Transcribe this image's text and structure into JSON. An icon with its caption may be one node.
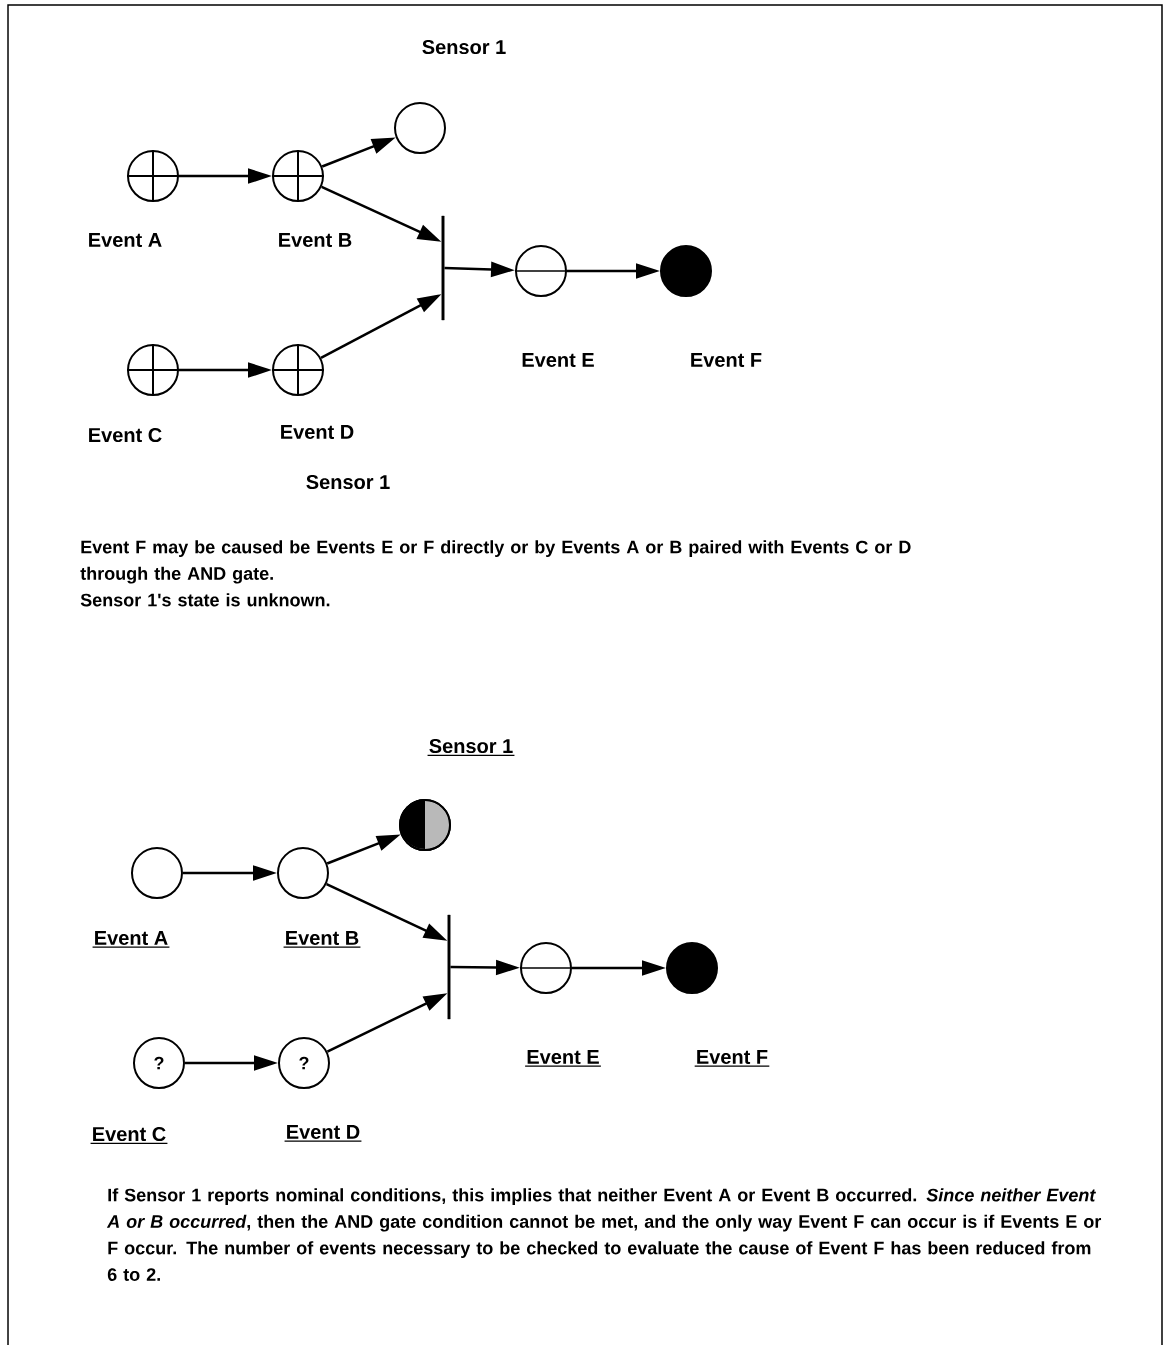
{
  "diagram": {
    "nodes": [
      {
        "text": [],
        "shape": "circle",
        "beside": [
          "Sensor 1"
        ]
      },
      {
        "text": [],
        "shape": "circle",
        "beside": [
          "Event  A"
        ]
      },
      {
        "text": [],
        "shape": "circle",
        "beside": [
          "Event B"
        ]
      },
      {
        "text": [],
        "shape": "bar"
      },
      {
        "text": [],
        "shape": "circle",
        "beside": [
          "Event E"
        ]
      },
      {
        "text": [],
        "shape": "circle",
        "beside": [
          "Event F"
        ]
      },
      {
        "text": [],
        "shape": "circle",
        "beside": [
          "Event C"
        ]
      },
      {
        "text": [],
        "shape": "circle",
        "beside": [
          "Event D"
        ]
      },
      {
        "text": [],
        "shape": "circle",
        "beside": [
          "Sensor 1"
        ]
      },
      {
        "text": [],
        "shape": "circle",
        "beside": [
          "Event  A"
        ]
      },
      {
        "text": [],
        "shape": "circle",
        "beside": [
          "Event B"
        ]
      },
      {
        "text": [],
        "shape": "bar"
      },
      {
        "text": [],
        "shape": "circle",
        "beside": [
          "Event E"
        ]
      },
      {
        "text": [],
        "shape": "circle",
        "beside": [
          "Event F"
        ]
      },
      {
        "text": [
          "?"
        ],
        "beside": [
          "Event C"
        ]
      },
      {
        "text": [
          "?"
        ],
        "beside": [
          "Event D"
        ]
      }
    ],
    "edges": [
      {
        "from": 1,
        "to": 2,
        "arrow": "to"
      },
      {
        "from": 2,
        "to": 0,
        "arrow": "to"
      },
      {
        "from": 2,
        "to": 3,
        "arrow": "to"
      },
      {
        "from": 6,
        "to": 7,
        "arrow": "to"
      },
      {
        "from": 7,
        "to": 3,
        "arrow": "to"
      },
      {
        "from": 3,
        "to": 4,
        "arrow": "to"
      },
      {
        "from": 4,
        "to": 5,
        "arrow": "to"
      },
      {
        "from": 9,
        "to": 10,
        "arrow": "to"
      },
      {
        "from": 10,
        "to": 8,
        "arrow": "to"
      },
      {
        "from": 10,
        "to": 11,
        "arrow": "to"
      },
      {
        "from": 14,
        "to": 15,
        "arrow": "to"
      },
      {
        "from": 15,
        "to": 11,
        "arrow": "to"
      },
      {
        "from": 11,
        "to": 12,
        "arrow": "to"
      },
      {
        "from": 12,
        "to": 13,
        "arrow": "to"
      }
    ],
    "labels": [
      "Sensor 1",
      "Event F may be caused be Events E or F  directly or by Events A or B paired with Events C or D through the AND gate.",
      "Sensor 1's state is unknown.",
      "If Sensor 1 reports nominal conditions, this implies that neither Event A or Event B occurred. *Since neither Event A or B occurred*, then the AND gate condition cannot be met, and the only way Event F can occur is if  Events E or F occur.  The number of events necessary to be checked to evaluate the cause of Event F has been reduced from 6 to 2."
    ]
  }
}
